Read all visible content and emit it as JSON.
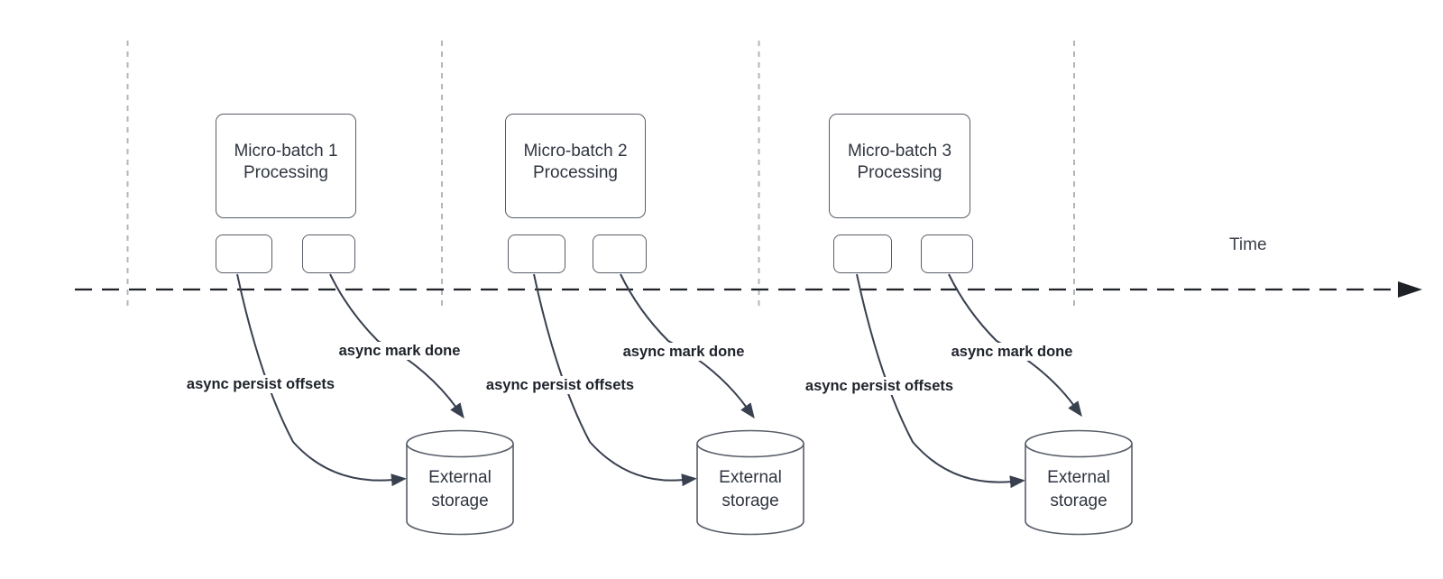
{
  "timeline": {
    "label": "Time"
  },
  "sections": [
    {
      "box_label": "Micro-batch 1 Processing",
      "persist_arrow_label": "async persist offsets",
      "done_arrow_label": "async mark done",
      "storage_label": "External storage"
    },
    {
      "box_label": "Micro-batch 2 Processing",
      "persist_arrow_label": "async persist offsets",
      "done_arrow_label": "async mark done",
      "storage_label": "External storage"
    },
    {
      "box_label": "Micro-batch 3 Processing",
      "persist_arrow_label": "async persist offsets",
      "done_arrow_label": "async mark done",
      "storage_label": "External storage"
    }
  ],
  "colors": {
    "background": "#ffffff",
    "shape_border": "#575d68",
    "arrow": "#394050",
    "timeline": "#1e2126",
    "lane_divider": "#b3b6ba",
    "box_text": "#2f3540",
    "label_text": "#1e222b"
  }
}
